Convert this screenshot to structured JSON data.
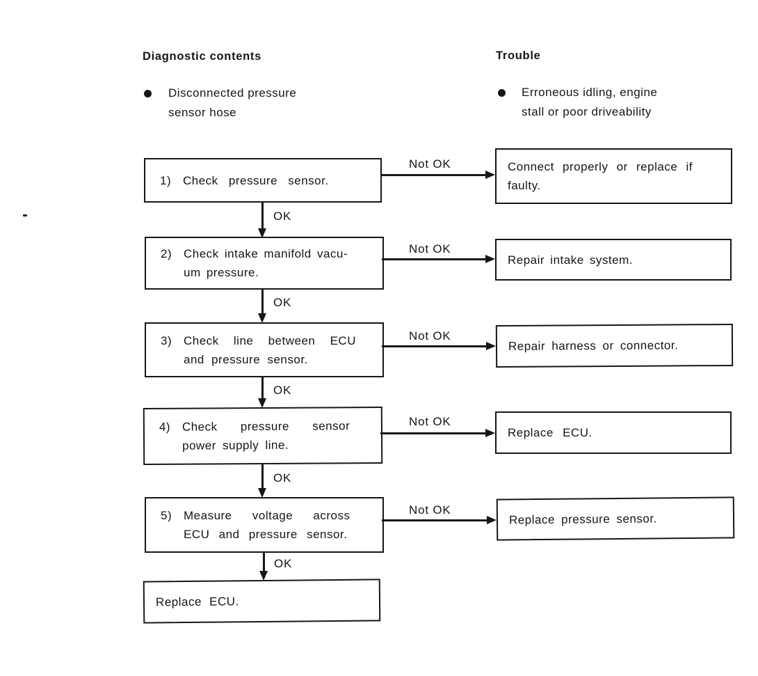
{
  "ink_color": "#151515",
  "columns": {
    "left_header": "Diagnostic contents",
    "right_header": "Trouble"
  },
  "bullets": {
    "diagnostic": "Disconnected pressure\nsensor hose",
    "trouble": "Erroneous idling, engine\nstall or poor driveability"
  },
  "labels": {
    "ok": "OK",
    "not_ok": "Not OK"
  },
  "steps": [
    {
      "num": "1)",
      "lines": [
        "Check pressure sensor."
      ],
      "remedy_lines": [
        "Connect properly or replace if",
        "faulty."
      ]
    },
    {
      "num": "2)",
      "lines": [
        "Check intake manifold vacu-",
        "um pressure."
      ],
      "remedy_lines": [
        "Repair intake system."
      ]
    },
    {
      "num": "3)",
      "lines": [
        "Check line between ECU",
        "and pressure sensor."
      ],
      "remedy_lines": [
        "Repair harness or connector."
      ]
    },
    {
      "num": "4)",
      "lines": [
        "Check pressure sensor",
        "power supply line."
      ],
      "remedy_lines": [
        "Replace ECU."
      ]
    },
    {
      "num": "5)",
      "lines": [
        "Measure voltage across",
        "ECU and pressure sensor."
      ],
      "remedy_lines": [
        "Replace pressure sensor."
      ]
    }
  ],
  "final_step": {
    "lines": [
      "Replace ECU."
    ]
  }
}
